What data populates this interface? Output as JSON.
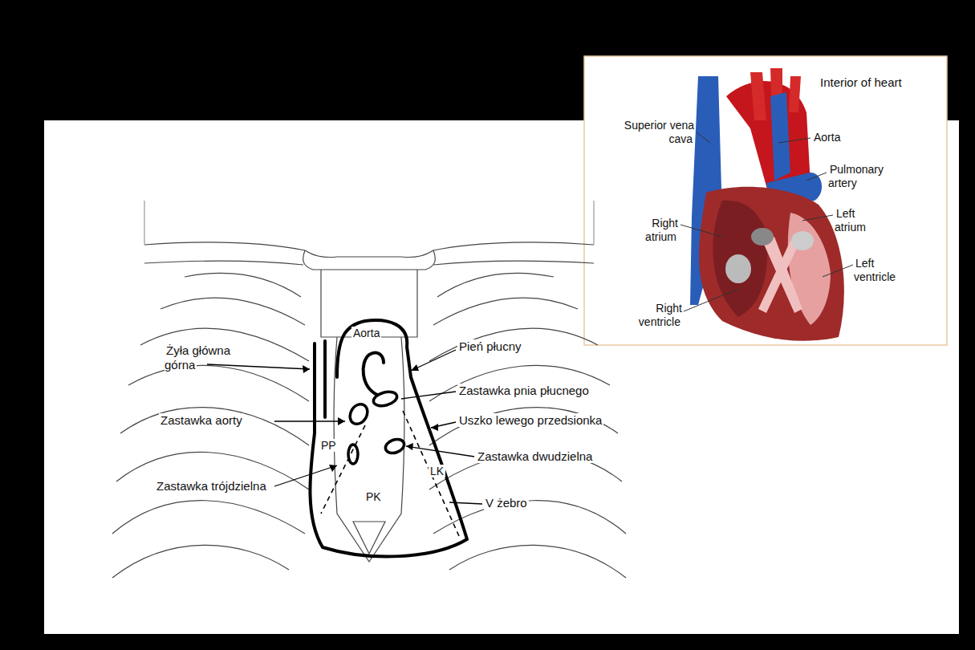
{
  "diagram": {
    "labels": [
      "Interior of heart",
      "Superior vena cava",
      "Aorta",
      "Pulmonary artery",
      "Right atrium",
      "Left atrium",
      "Left ventricle",
      "Right ventricle",
      "Aorta",
      "Żyła główna górna",
      "Pień płucny",
      "Zastawka pnia płucnego",
      "Zastawka aorty",
      "Uszko lewego przedsionka",
      "PP",
      "Zastawka dwudzielna",
      "LK",
      "Zastawka trójdzielna",
      "PK",
      "V żebro"
    ]
  }
}
